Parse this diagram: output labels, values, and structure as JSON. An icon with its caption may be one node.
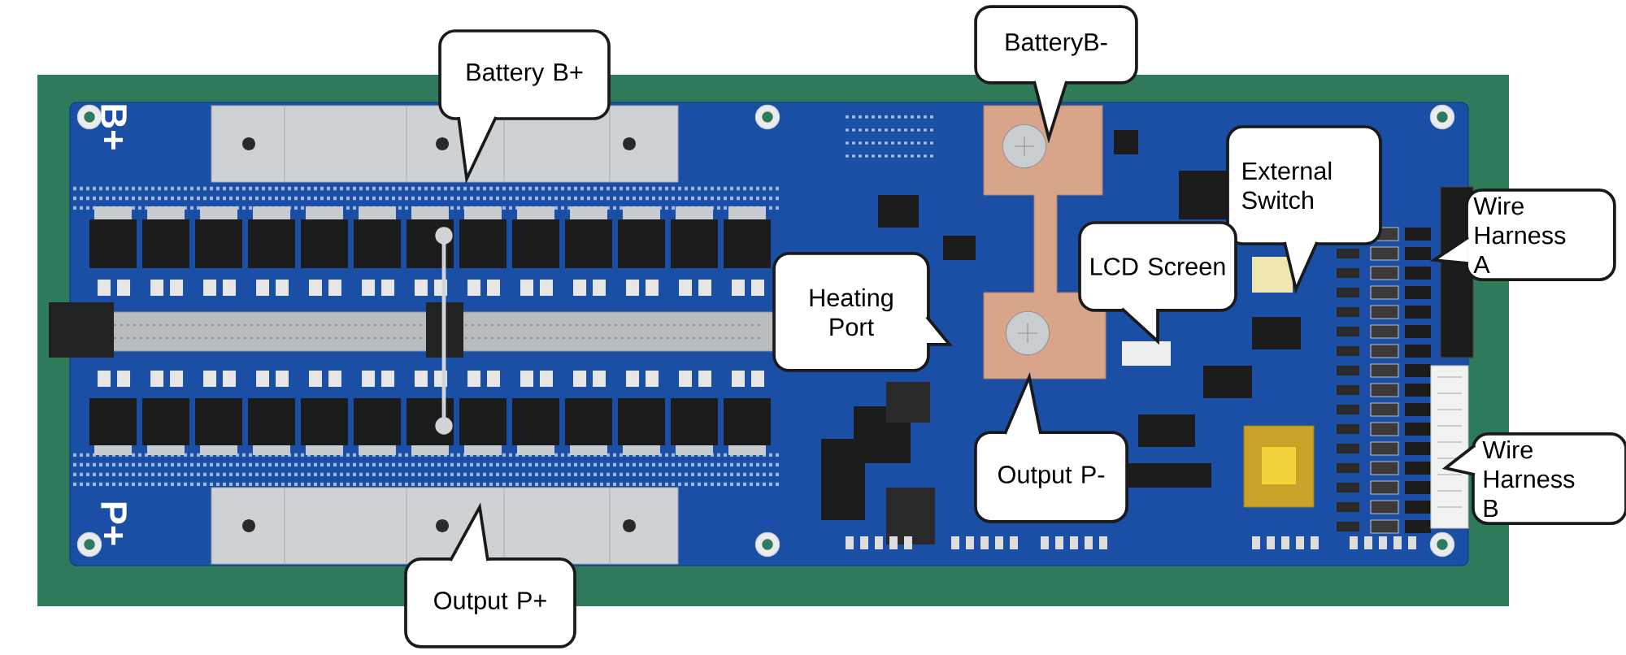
{
  "diagram": {
    "nodes": [
      {
        "text": [
          "BatteryB-"
        ]
      },
      {
        "text": [
          "Battery B+"
        ]
      },
      {
        "text": [
          "External Switch"
        ]
      },
      {
        "text": [
          "Wire Harness A"
        ]
      },
      {
        "text": [
          "LCD Screen"
        ]
      },
      {
        "text": [
          "Heating Port"
        ]
      },
      {
        "text": [
          "Output P-"
        ]
      },
      {
        "text": [
          "Wire Harness B"
        ]
      },
      {
        "text": [
          "Output P+"
        ]
      }
    ],
    "edges": [
      {
        "from": 0,
        "to": null,
        "arrow": "to"
      },
      {
        "from": 1,
        "to": null,
        "arrow": "to"
      },
      {
        "from": 2,
        "to": null,
        "arrow": "to"
      },
      {
        "from": 3,
        "to": null,
        "arrow": "to"
      },
      {
        "from": 4,
        "to": null,
        "arrow": "to"
      },
      {
        "from": 5,
        "to": null,
        "arrow": "to"
      },
      {
        "from": 6,
        "to": null,
        "arrow": "to"
      },
      {
        "from": 7,
        "to": null,
        "arrow": "to"
      },
      {
        "from": 8,
        "to": null,
        "arrow": "to"
      }
    ],
    "labels": [
      "B+",
      "P+"
    ]
  }
}
